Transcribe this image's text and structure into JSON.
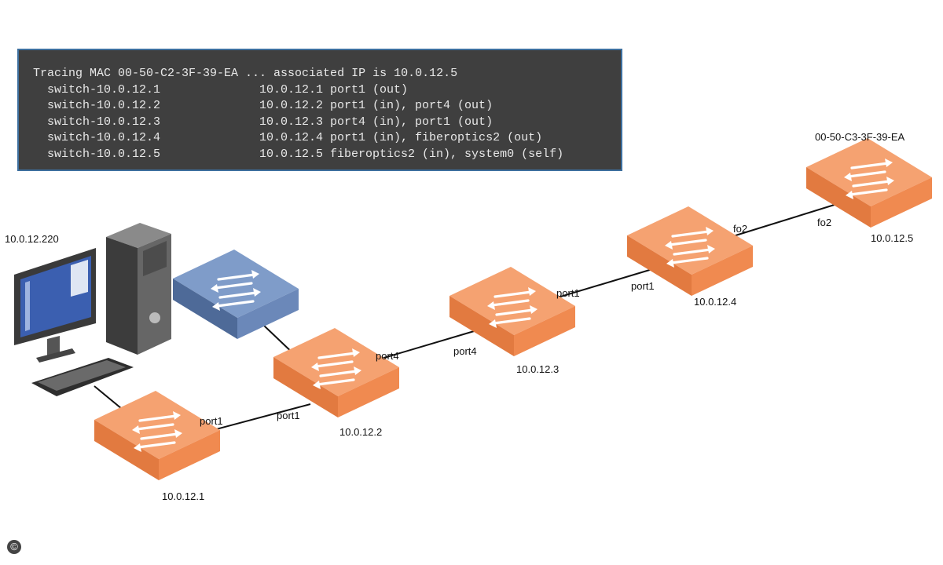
{
  "terminal": {
    "header": "Tracing MAC 00-50-C2-3F-39-EA ... associated IP is 10.0.12.5",
    "rows": [
      {
        "switch": "switch-10.0.12.1",
        "detail": "10.0.12.1 port1 (out)"
      },
      {
        "switch": "switch-10.0.12.2",
        "detail": "10.0.12.2 port1 (in), port4 (out)"
      },
      {
        "switch": "switch-10.0.12.3",
        "detail": "10.0.12.3 port4 (in), port1 (out)"
      },
      {
        "switch": "switch-10.0.12.4",
        "detail": "10.0.12.4 port1 (in), fiberoptics2 (out)"
      },
      {
        "switch": "switch-10.0.12.5",
        "detail": "10.0.12.5 fiberoptics2 (in), system0 (self)"
      }
    ]
  },
  "host": {
    "ip": "10.0.12.220"
  },
  "switches": [
    {
      "ip": "10.0.12.1"
    },
    {
      "ip": "10.0.12.2"
    },
    {
      "ip": "10.0.12.3"
    },
    {
      "ip": "10.0.12.4"
    },
    {
      "ip": "10.0.12.5",
      "mac": "00-50-C3-3F-39-EA"
    }
  ],
  "ports": {
    "sw1_out": "port1",
    "sw2_in": "port1",
    "sw2_out": "port4",
    "sw3_in": "port4",
    "sw3_out": "port1",
    "sw4_in": "port1",
    "sw4_out": "fo2",
    "sw5_in": "fo2"
  },
  "copyright": "©",
  "colors": {
    "switch_orange": "#f0894f",
    "switch_orange_side": "#d4693a",
    "switch_blue": "#7f9cc9",
    "switch_blue_side": "#5f7fb0",
    "terminal_bg": "#3f3f3f",
    "terminal_border": "#3d6f9e"
  }
}
